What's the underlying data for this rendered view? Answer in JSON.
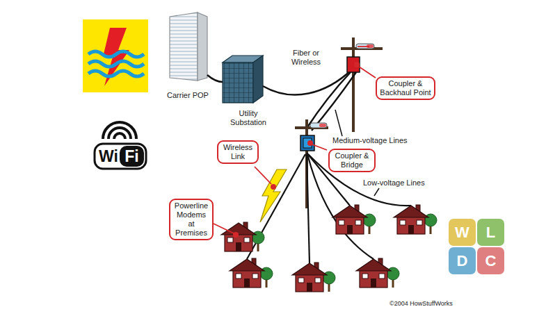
{
  "diagram": {
    "nodes": [
      {
        "text": [
          "Coupler & Backhaul Point"
        ]
      },
      {
        "text": [
          "Coupler & Bridge"
        ]
      },
      {
        "text": [
          "Wireless Link"
        ]
      },
      {
        "text": [
          "Powerline Modems at Premises"
        ]
      }
    ],
    "labels": [
      "Carrier POP",
      "Utility Substation",
      "Fiber or Wireless",
      "Medium-voltage Lines",
      "Low-voltage Lines",
      "Wi",
      "Fi",
      "W",
      "L",
      "D",
      "C",
      "©2004 HowStuffWorks"
    ]
  }
}
